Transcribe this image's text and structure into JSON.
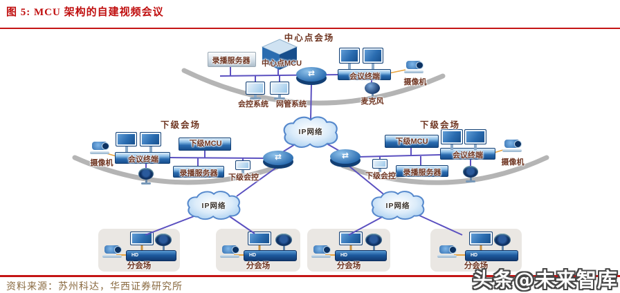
{
  "figure": {
    "title": "图 5: MCU 架构的自建视频会议",
    "source": "资料来源：苏州科达，华西证券研究所",
    "watermark": "头条@未来智库"
  },
  "colors": {
    "title_red": "#c00f0f",
    "rule_red": "#c41414",
    "label_brown": "#6e3420",
    "source_gold": "#8a6a40",
    "connector_purple": "#5b50c0",
    "connector_orange": "#e8a33d",
    "device_blue": "#1d5a9e",
    "cloud_fill": "#c3dcf5",
    "cloud_border": "#5588cc",
    "swoosh_gray": "#a8a8a8",
    "sub_venue_bg": "#eae7e3"
  },
  "diagram": {
    "central_venue": {
      "title": "中心点会场",
      "recording_server": "录播服务器",
      "mcu": "中心点MCU",
      "control_system": "会控系统",
      "network_mgmt_system": "网管系统",
      "terminal": "会议终端",
      "microphone": "麦克风",
      "camera": "摄像机"
    },
    "left_venue": {
      "title": "下级会场",
      "camera": "摄像机",
      "terminal": "会议终端",
      "mcu": "下级MCU",
      "recording_server": "录播服务器",
      "control": "下级会控"
    },
    "right_venue": {
      "title": "下级会场",
      "mcu": "下级MCU",
      "terminal": "会议终端",
      "camera": "摄像机",
      "recording_server": "录播服务器",
      "control": "下级会控"
    },
    "networks": {
      "core": "IP网络",
      "left": "IP网络",
      "right": "IP网络"
    },
    "sub_venues": [
      {
        "label": "分会场",
        "badge": "HD"
      },
      {
        "label": "分会场",
        "badge": "HD"
      },
      {
        "label": "分会场",
        "badge": "HD"
      },
      {
        "label": "分会场",
        "badge": "HD"
      }
    ]
  }
}
